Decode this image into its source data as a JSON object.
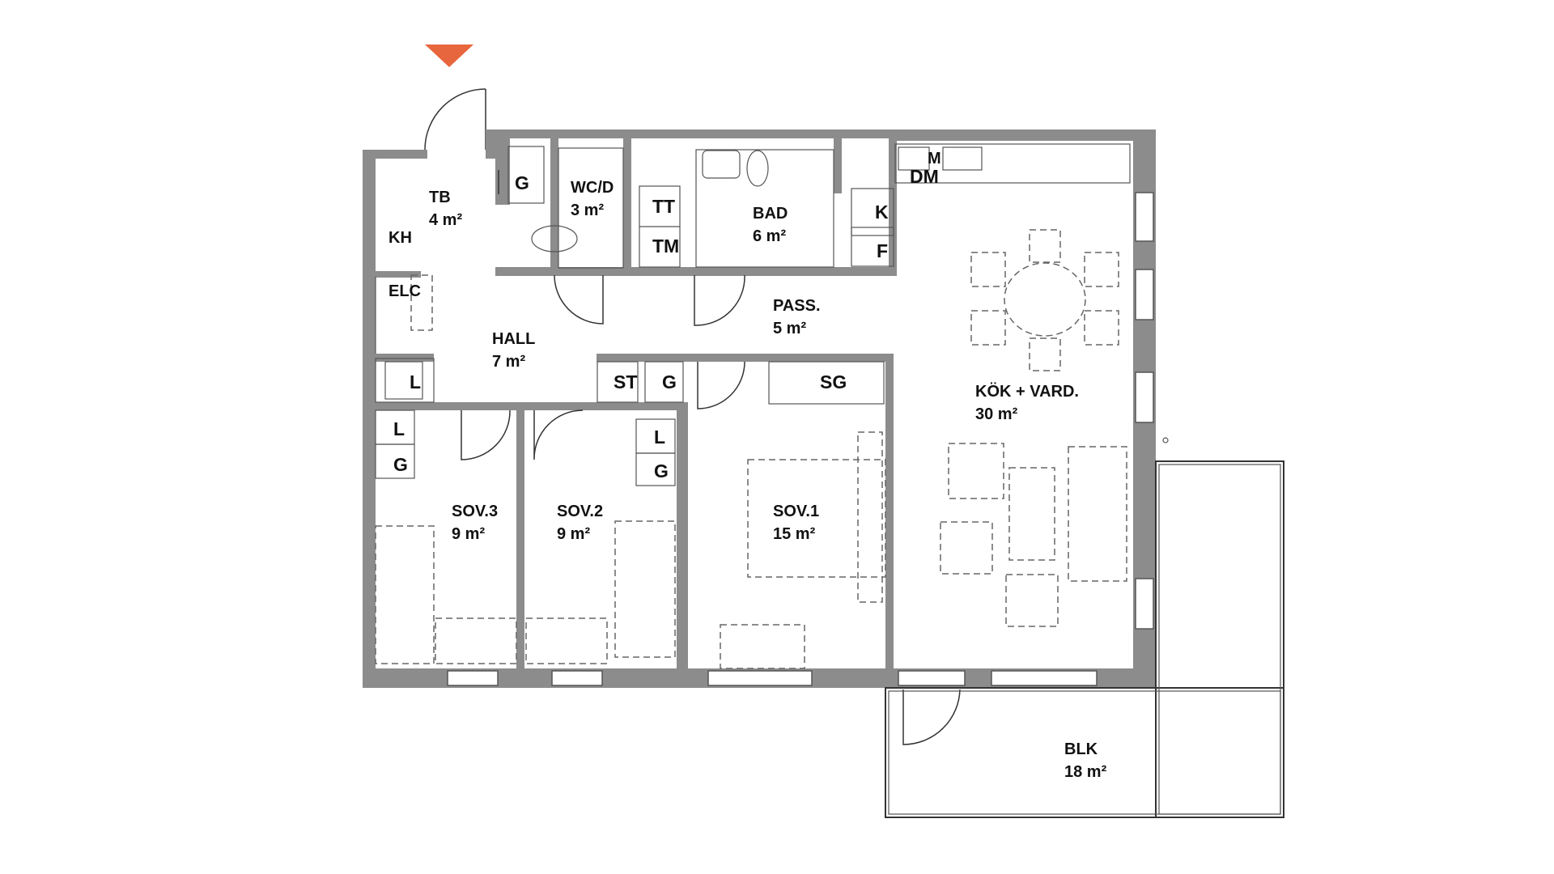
{
  "colors": {
    "wall": "#8c8c8c",
    "entrance_marker": "#e8663d",
    "background": "#ffffff"
  },
  "rooms": [
    {
      "key": "tb",
      "name": "TB",
      "area": "4 m²"
    },
    {
      "key": "wcd",
      "name": "WC/D",
      "area": "3 m²"
    },
    {
      "key": "bad",
      "name": "BAD",
      "area": "6 m²"
    },
    {
      "key": "pass",
      "name": "PASS.",
      "area": "5 m²"
    },
    {
      "key": "hall",
      "name": "HALL",
      "area": "7 m²"
    },
    {
      "key": "kok",
      "name": "KÖK + VARD.",
      "area": "30 m²"
    },
    {
      "key": "sov3",
      "name": "SOV.3",
      "area": "9 m²"
    },
    {
      "key": "sov2",
      "name": "SOV.2",
      "area": "9 m²"
    },
    {
      "key": "sov1",
      "name": "SOV.1",
      "area": "15 m²"
    },
    {
      "key": "blk",
      "name": "BLK",
      "area": "18 m²"
    }
  ],
  "fixtures": {
    "kh": "KH",
    "elc": "ELC",
    "g_tb": "G",
    "tt": "TT",
    "tm": "TM",
    "k": "K",
    "f": "F",
    "m": "M",
    "dm": "DM",
    "l_hall": "L",
    "st": "ST",
    "g_hall": "G",
    "sg": "SG",
    "l_sov3": "L",
    "g_sov3": "G",
    "l_sov2": "L",
    "g_sov2": "G"
  },
  "icons": {
    "entrance": "entrance-marker-icon"
  }
}
